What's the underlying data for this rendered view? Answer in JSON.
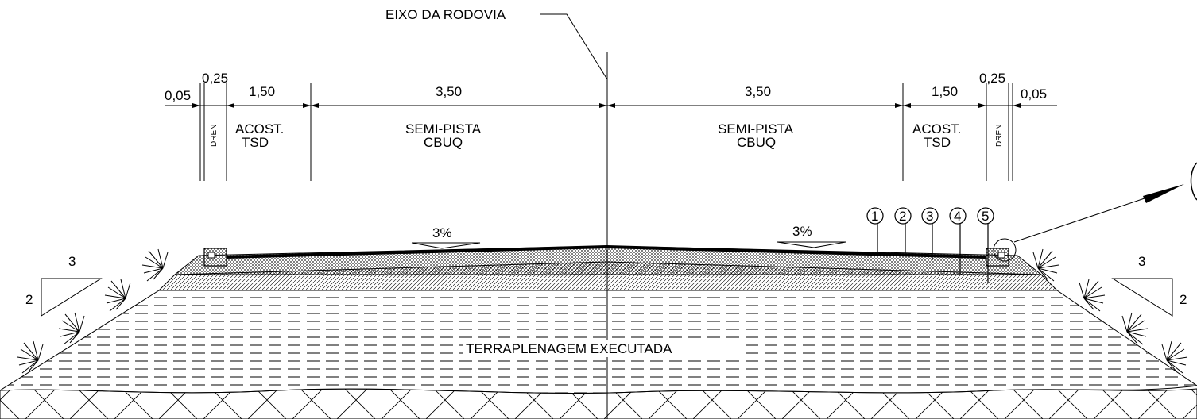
{
  "axis_label": "EIXO DA RODOVIA",
  "dimensions": {
    "left_005": "0,05",
    "left_025": "0,25",
    "left_150": "1,50",
    "left_350": "3,50",
    "right_350": "3,50",
    "right_150": "1,50",
    "right_025": "0,25",
    "right_005": "0,05"
  },
  "zones": {
    "left_dren": "DREN",
    "left_acost_1": "ACOST.",
    "left_acost_2": "TSD",
    "left_pista_1": "SEMI-PISTA",
    "left_pista_2": "CBUQ",
    "right_pista_1": "SEMI-PISTA",
    "right_pista_2": "CBUQ",
    "right_acost_1": "ACOST.",
    "right_acost_2": "TSD",
    "right_dren": "DREN"
  },
  "layer_markers": [
    "1",
    "2",
    "3",
    "4",
    "5"
  ],
  "slopes": {
    "left": "3%",
    "right": "3%"
  },
  "embankment_slope": {
    "left_v": "3",
    "left_h": "2",
    "right_v": "3",
    "right_h": "2"
  },
  "fill_label": "TERRAPLENAGEM EXECUTADA"
}
